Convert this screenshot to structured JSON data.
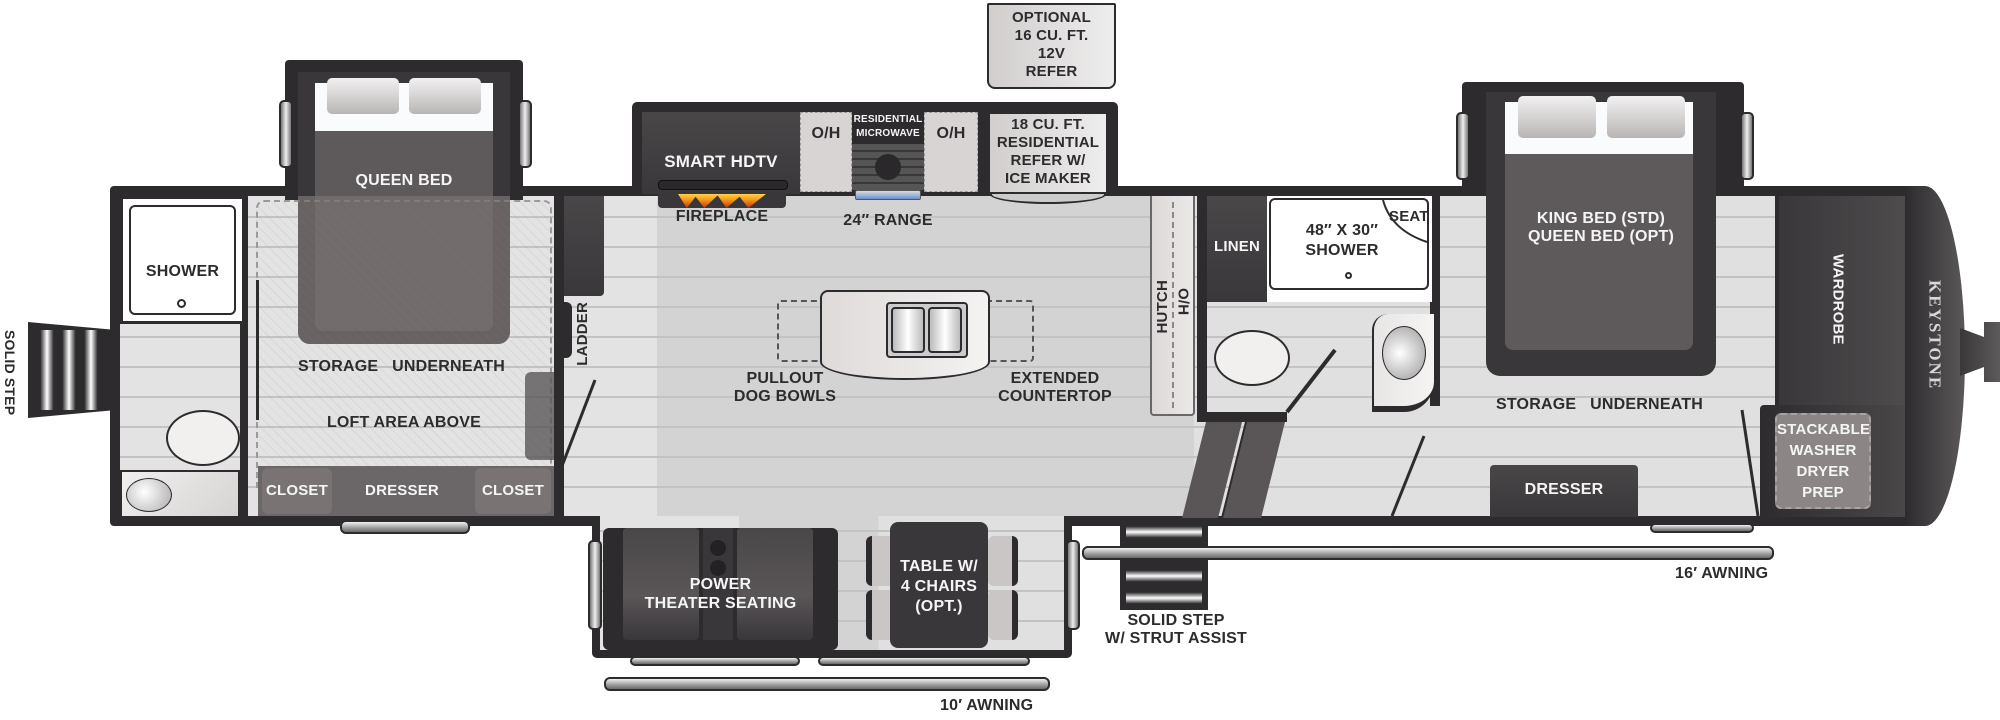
{
  "floorplan": {
    "brand": "KEYSTONE",
    "colors": {
      "wall": "#2d2b2e",
      "floor": "#dadada",
      "furniture_dark": "#3b383b",
      "bed": "#5c5859",
      "label_dark": "#2d2b2e",
      "label_light": "#f5f5f5"
    },
    "exterior": {
      "rear_step": "SOLID STEP",
      "entry_step": [
        "SOLID STEP",
        "W/ STRUT ASSIST"
      ],
      "awning_rear": "10′ AWNING",
      "awning_front": "16′ AWNING"
    },
    "rear_bath": {
      "shower": "SHOWER"
    },
    "rear_bedroom": {
      "bed": "QUEEN BED",
      "storage": [
        "STORAGE",
        "UNDERNEATH"
      ],
      "loft": "LOFT AREA ABOVE",
      "closet_left": "CLOSET",
      "dresser": "DRESSER",
      "closet_right": "CLOSET"
    },
    "living": {
      "ladder": "LADDER",
      "tv": "SMART HDTV",
      "fireplace": "FIREPLACE",
      "theater_seating": [
        "POWER",
        "THEATER SEATING"
      ],
      "table": [
        "TABLE W/",
        "4 CHAIRS",
        "(OPT.)"
      ],
      "dog_bowls": [
        "PULLOUT",
        "DOG BOWLS"
      ],
      "countertop": [
        "EXTENDED",
        "COUNTERTOP"
      ]
    },
    "kitchen": {
      "overhead_left": "O/H",
      "microwave": [
        "RESIDENTIAL",
        "MICROWAVE"
      ],
      "overhead_right": "O/H",
      "range": "24″ RANGE",
      "refer": [
        "18 CU. FT.",
        "RESIDENTIAL",
        "REFER W/",
        "ICE MAKER"
      ],
      "optional_refer": [
        "OPTIONAL",
        "16 CU. FT.",
        "12V",
        "REFER"
      ],
      "hutch": "HUTCH",
      "hutch_oh": "O/H"
    },
    "front_bath": {
      "linen": "LINEN",
      "shower": [
        "48″ X 30″",
        "SHOWER"
      ],
      "seat": "SEAT"
    },
    "front_bedroom": {
      "bed": [
        "KING BED (STD)",
        "QUEEN BED (OPT)"
      ],
      "storage": [
        "STORAGE",
        "UNDERNEATH"
      ],
      "dresser": "DRESSER",
      "wardrobe": "WARDROBE",
      "washer_dryer": [
        "STACKABLE",
        "WASHER",
        "DRYER",
        "PREP"
      ]
    }
  }
}
